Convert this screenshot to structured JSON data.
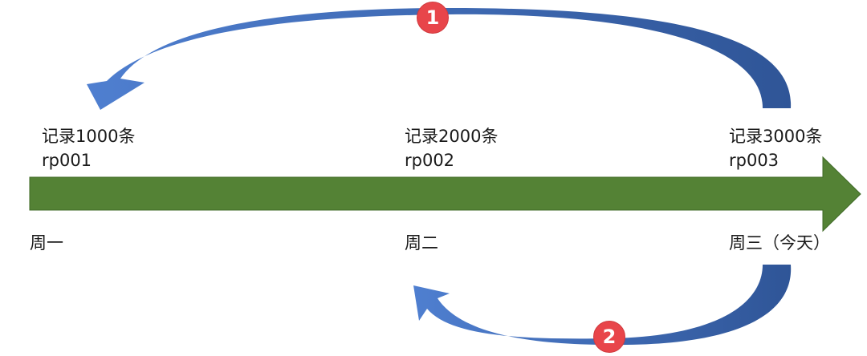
{
  "points": [
    {
      "record": "记录1000条",
      "id": "rp001",
      "day": "周一"
    },
    {
      "record": "记录2000条",
      "id": "rp002",
      "day": "周二"
    },
    {
      "record": "记录3000条",
      "id": "rp003",
      "day": "周三（今天）"
    }
  ],
  "badges": {
    "top": "1",
    "bottom": "2"
  },
  "colors": {
    "timeline": "#548235",
    "arrow_light": "#4472c4",
    "arrow_dark": "#2f5597",
    "badge": "#e8454a"
  }
}
